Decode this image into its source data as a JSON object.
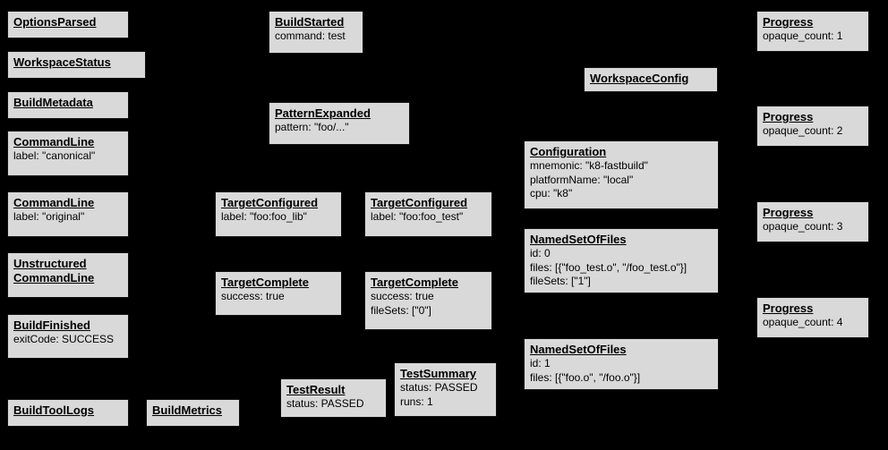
{
  "canvas": {
    "background_color": "#000000",
    "node_fill_color": "#d9d9d9",
    "node_border_color": "#111111",
    "text_color": "#000000"
  },
  "nodes": {
    "options_parsed": {
      "title": "OptionsParsed"
    },
    "workspace_status": {
      "title": "WorkspaceStatus"
    },
    "build_metadata": {
      "title": "BuildMetadata"
    },
    "command_line_canonical": {
      "title": "CommandLine",
      "lines": [
        "label: \"canonical\""
      ]
    },
    "command_line_original": {
      "title": "CommandLine",
      "lines": [
        "label: \"original\""
      ]
    },
    "unstructured_command_line": {
      "title": "Unstructured CommandLine"
    },
    "build_finished": {
      "title": "BuildFinished",
      "lines": [
        "exitCode: SUCCESS"
      ]
    },
    "build_tool_logs": {
      "title": "BuildToolLogs"
    },
    "build_metrics": {
      "title": "BuildMetrics"
    },
    "build_started": {
      "title": "BuildStarted",
      "lines": [
        "command: test"
      ]
    },
    "pattern_expanded": {
      "title": "PatternExpanded",
      "lines": [
        "pattern: \"foo/...\""
      ]
    },
    "target_configured_lib": {
      "title": "TargetConfigured",
      "lines": [
        "label: \"foo:foo_lib\""
      ]
    },
    "target_configured_test": {
      "title": "TargetConfigured",
      "lines": [
        "label: \"foo:foo_test\""
      ]
    },
    "target_complete_lib": {
      "title": "TargetComplete",
      "lines": [
        "success: true"
      ]
    },
    "target_complete_test": {
      "title": "TargetComplete",
      "lines": [
        "success: true",
        "fileSets: [\"0\"]"
      ]
    },
    "test_result": {
      "title": "TestResult",
      "lines": [
        "status: PASSED"
      ]
    },
    "test_summary": {
      "title": "TestSummary",
      "lines": [
        "status: PASSED",
        "runs: 1"
      ]
    },
    "workspace_config": {
      "title": "WorkspaceConfig"
    },
    "configuration": {
      "title": "Configuration",
      "lines": [
        "mnemonic: \"k8-fastbuild\"",
        "platformName: \"local\"",
        "cpu: \"k8\""
      ]
    },
    "named_set_of_files_0": {
      "title": "NamedSetOfFiles",
      "lines": [
        "id: 0",
        "files: [{\"foo_test.o\", \"/foo_test.o\"}]",
        "fileSets: [\"1\"]"
      ]
    },
    "named_set_of_files_1": {
      "title": "NamedSetOfFiles",
      "lines": [
        "id: 1",
        "files: [{\"foo.o\", \"/foo.o\"}]"
      ]
    },
    "progress_1": {
      "title": "Progress",
      "lines": [
        "opaque_count: 1"
      ]
    },
    "progress_2": {
      "title": "Progress",
      "lines": [
        "opaque_count: 2"
      ]
    },
    "progress_3": {
      "title": "Progress",
      "lines": [
        "opaque_count: 3"
      ]
    },
    "progress_4": {
      "title": "Progress",
      "lines": [
        "opaque_count: 4"
      ]
    }
  }
}
